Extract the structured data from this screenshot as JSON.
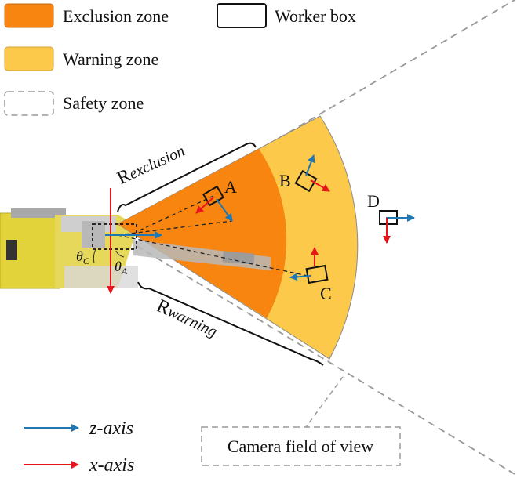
{
  "legend": {
    "exclusion": "Exclusion zone",
    "warning": "Warning zone",
    "safety": "Safety zone",
    "worker_box": "Worker box"
  },
  "labels": {
    "r_exclusion_main": "R",
    "r_exclusion_sub": "exclusion",
    "r_warning_main": "R",
    "r_warning_sub": "warning",
    "theta_c_main": "θ",
    "theta_c_sub": "C",
    "theta_a_main": "θ",
    "theta_a_sub": "A",
    "worker_a": "A",
    "worker_b": "B",
    "worker_c": "C",
    "worker_d": "D",
    "camera_fov": "Camera field of view"
  },
  "axes_legend": {
    "z_axis": "z-axis",
    "x_axis": "x-axis"
  },
  "colors": {
    "exclusion": "#f7850f",
    "warning": "#fdc94a",
    "z_axis": "#1f77b4",
    "x_axis": "#e8141b",
    "vehicle": "#e2d33a"
  }
}
